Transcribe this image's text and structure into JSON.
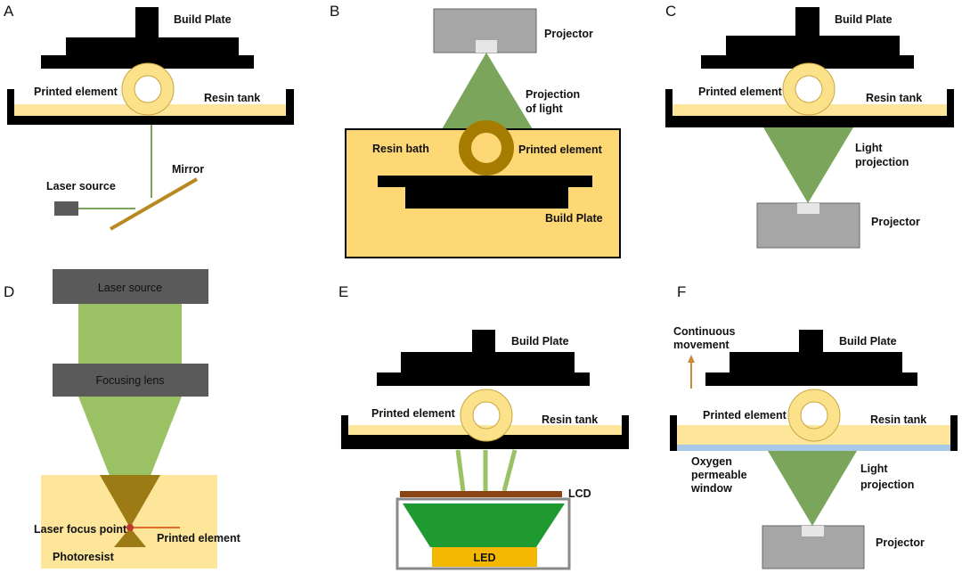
{
  "panels": {
    "a": {
      "letter": "A",
      "build_plate": "Build Plate",
      "printed_element": "Printed element",
      "resin_tank": "Resin tank",
      "mirror": "Mirror",
      "laser_source": "Laser source"
    },
    "b": {
      "letter": "B",
      "projector": "Projector",
      "projection_line1": "Projection",
      "projection_line2": "of light",
      "resin_bath": "Resin bath",
      "printed_element": "Printed element",
      "build_plate": "Build Plate"
    },
    "c": {
      "letter": "C",
      "build_plate": "Build Plate",
      "printed_element": "Printed element",
      "resin_tank": "Resin tank",
      "light_line1": "Light",
      "light_line2": "projection",
      "projector": "Projector"
    },
    "d": {
      "letter": "D",
      "laser_source": "Laser source",
      "focusing_lens": "Focusing lens",
      "laser_focus_point": "Laser focus point",
      "printed_element": "Printed element",
      "photoresist": "Photoresist"
    },
    "e": {
      "letter": "E",
      "build_plate": "Build Plate",
      "printed_element": "Printed element",
      "resin_tank": "Resin tank",
      "lcd": "LCD",
      "led": "LED"
    },
    "f": {
      "letter": "F",
      "continuous_line1": "Continuous",
      "continuous_line2": "movement",
      "build_plate": "Build Plate",
      "printed_element": "Printed element",
      "resin_tank": "Resin tank",
      "oxygen_line1": "Oxygen",
      "oxygen_line2": "permeable",
      "oxygen_line3": "window",
      "light_line1": "Light",
      "light_line2": "projection",
      "projector": "Projector"
    }
  },
  "colors": {
    "plate": "#000000",
    "resin": "#fde59a",
    "resin_ring": "#fbe18a",
    "ring_stroke": "#c9a640",
    "projector_gray": "#a6a6a6",
    "laser_gray": "#5a5a5a",
    "light_green": "#7aa55a",
    "beam_green": "#9ac265",
    "mirror_brown": "#b8891f",
    "printed_brown": "#a67c00",
    "led_orange": "#f5b800",
    "lcd_brown": "#8b4513",
    "led_green": "#1f9a30",
    "oxygen_blue": "#a8c8e8",
    "arrow_orange": "#c98a3a"
  }
}
